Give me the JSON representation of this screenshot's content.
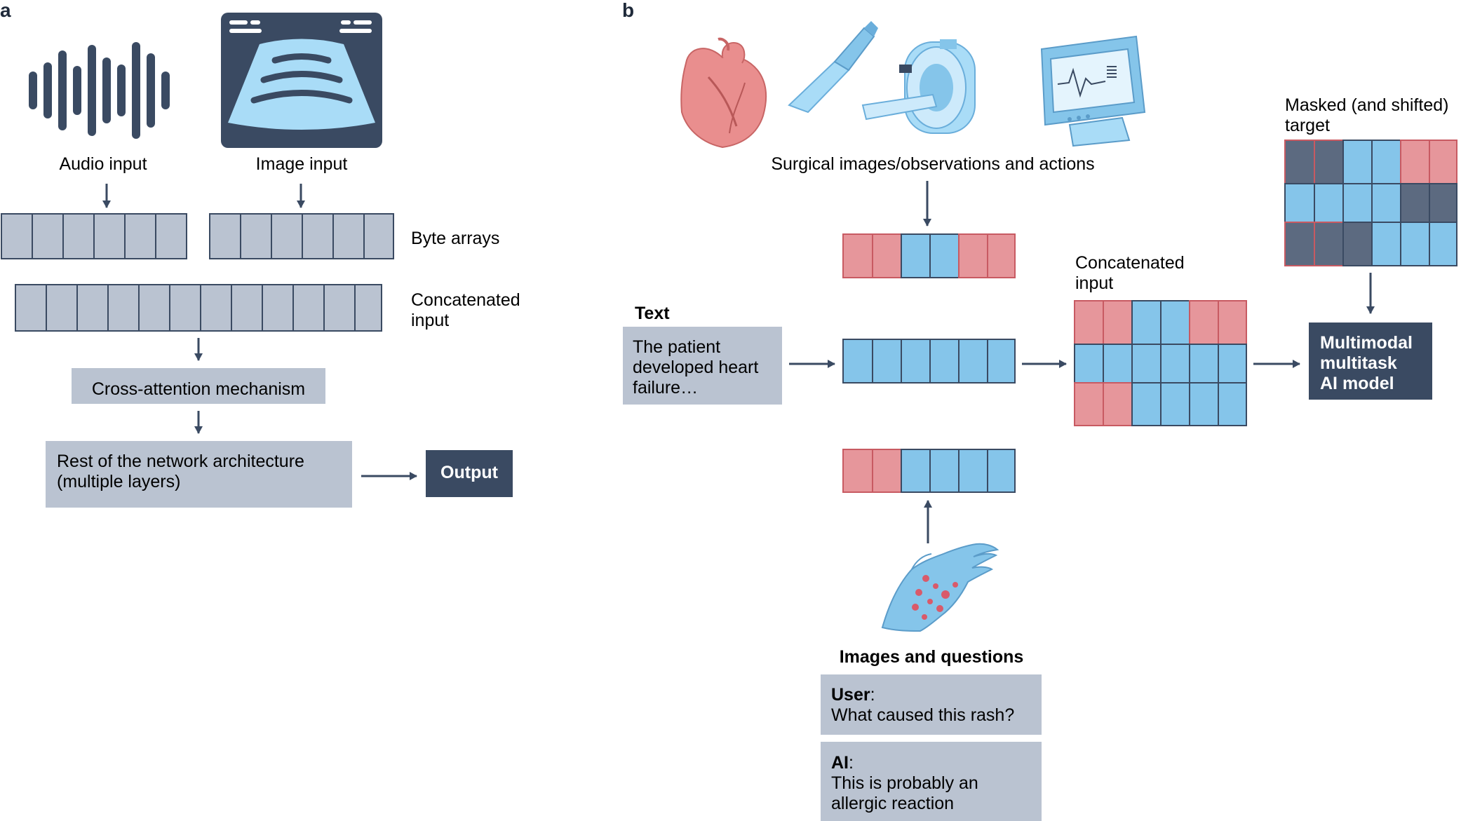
{
  "panel_a": {
    "label": "a",
    "audio_input": "Audio input",
    "image_input": "Image input",
    "byte_arrays": "Byte arrays",
    "concatenated_input": [
      "Concatenated",
      "input"
    ],
    "cross_attention": "Cross-attention mechanism",
    "rest_of_network": [
      "Rest of the network architecture",
      "(multiple layers)"
    ],
    "output": "Output"
  },
  "panel_b": {
    "label": "b",
    "surgical_caption": "Surgical images/observations and actions",
    "text_heading": "Text",
    "text_box": [
      "The patient",
      "developed heart",
      "failure…"
    ],
    "concatenated_input": [
      "Concatenated",
      "input"
    ],
    "masked_target": [
      "Masked (and shifted)",
      "target"
    ],
    "model_box": [
      "Multimodal",
      "multitask",
      "AI model"
    ],
    "images_questions": "Images and questions",
    "user_label": "User",
    "user_colon": ":",
    "user_question": "What caused this rash?",
    "ai_label": "AI",
    "ai_colon": ":",
    "ai_answer": [
      "This is probably an",
      "allergic reaction"
    ]
  },
  "colors": {
    "navy": "#3a4a62",
    "gray_box": "#bac3d1",
    "blue_token": "#85c5ea",
    "red_token": "#e6969b",
    "dark_token": "#5c6a80"
  },
  "icons": [
    "audio-waveform-icon",
    "ultrasound-image-icon",
    "heart-icon",
    "scalpel-icon",
    "mri-scanner-icon",
    "monitor-icon",
    "hand-rash-icon"
  ]
}
